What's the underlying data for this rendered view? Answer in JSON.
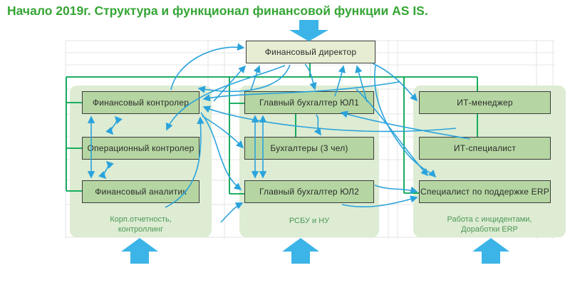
{
  "title": "Начало 2019г. Структура и функционал финансовой функции AS IS.",
  "org": {
    "root": "Финансовый директор",
    "columns": [
      {
        "boxes": [
          "Финансовый контролер",
          "Операционный контролер",
          "Финансовый аналитик"
        ],
        "caption1": "Корп.отчетность,",
        "caption2": "контроллинг"
      },
      {
        "boxes": [
          "Главный бухгалтер ЮЛ1",
          "Бухгалтеры (3 чел)",
          "Главный бухгалтер ЮЛ2"
        ],
        "caption1": "РСБУ и НУ",
        "caption2": ""
      },
      {
        "boxes": [
          "ИТ-менеджер",
          "ИТ-специалист",
          "Специалист по поддержке ERP"
        ],
        "caption1": "Работа с инцидентами,",
        "caption2": "Доработки ERP"
      }
    ]
  },
  "icons": {
    "top_arrow": "block-arrow-down-icon",
    "bottom_arrows": "block-arrow-up-icon"
  },
  "colors": {
    "title_green": "#35a535",
    "org_line_green": "#00a44f",
    "relation_arrow_blue": "#2aa3dc",
    "block_arrow_blue": "#3cb4e7",
    "box_fill": "#b5d6a2",
    "box_border": "#3c3c3c",
    "director_fill": "#e7edd2",
    "panel_fill": "#ddecd3",
    "caption_green": "#4e9757",
    "grid_gray": "#e4e4e4"
  }
}
